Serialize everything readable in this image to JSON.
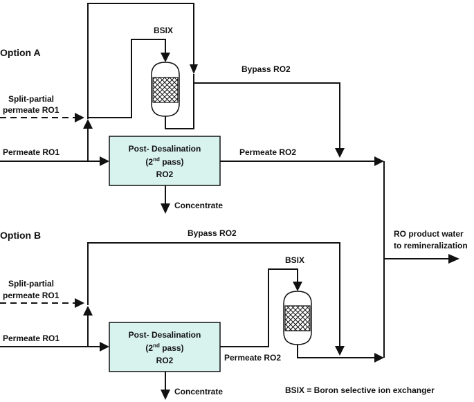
{
  "option_a": {
    "title": "Option A",
    "bsix": "BSIX",
    "bypass": "Bypass RO2",
    "split_line1": "Split-partial",
    "split_line2": "permeate RO1",
    "permeate_in": "Permeate RO1",
    "box_line1": "Post- Desalination",
    "box_line2_pre": "(2",
    "box_line2_sup": "nd",
    "box_line2_post": " pass)",
    "box_line3": "RO2",
    "permeate_out": "Permeate RO2",
    "concentrate": "Concentrate"
  },
  "option_b": {
    "title": "Option B",
    "bypass": "Bypass RO2",
    "bsix": "BSIX",
    "split_line1": "Split-partial",
    "split_line2": "permeate RO1",
    "permeate_in": "Permeate RO1",
    "box_line1": "Post- Desalination",
    "box_line2_pre": "(2",
    "box_line2_sup": "nd",
    "box_line2_post": " pass)",
    "box_line3": "RO2",
    "permeate_out": "Permeate RO2",
    "concentrate": "Concentrate"
  },
  "product": {
    "line1": "RO product water",
    "line2": "to remineralization"
  },
  "legend": "BSIX = Boron selective ion exchanger",
  "colors": {
    "box_fill": "#d8f2ee",
    "line": "#111111"
  }
}
